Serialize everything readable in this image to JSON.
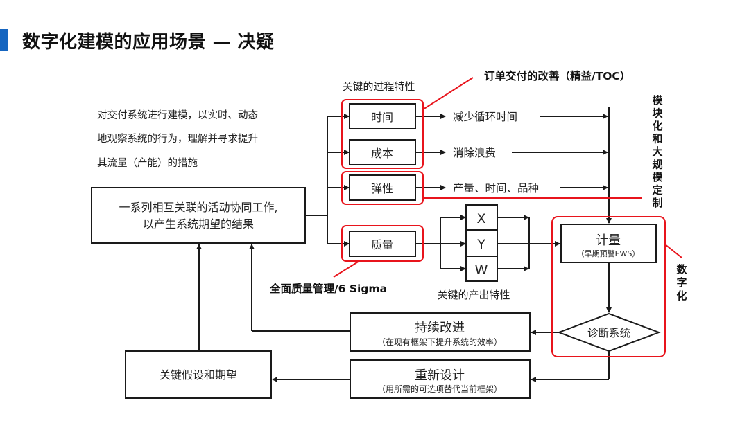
{
  "title": "数字化建模的应用场景 — 决疑",
  "accent_color": "#1565c0",
  "highlight_color": "#e8141c",
  "intro_text": {
    "lines": [
      "对交付系统进行建模，以实时、动态",
      "地观察系统的行为，理解并寻求提升",
      "其流量（产能）的措施"
    ]
  },
  "system_box": {
    "lines": [
      "一系列相互关联的活动协同工作,",
      "以产生系统期望的结果"
    ]
  },
  "process_characteristics": {
    "label": "关键的过程特性",
    "items": [
      {
        "label": "时间",
        "outcome": "减少循环时间"
      },
      {
        "label": "成本",
        "outcome": "消除浪费"
      },
      {
        "label": "弹性",
        "outcome": "产量、时间、品种"
      },
      {
        "label": "质量",
        "outcome": ""
      }
    ]
  },
  "output_characteristics": {
    "label": "关键的产出特性",
    "items": [
      "X",
      "Y",
      "W"
    ]
  },
  "annotations": {
    "lean": "订单交付的改善（精益/TOC）",
    "quality": "全面质量管理/6 Sigma",
    "customization": "模块化和大规模定制",
    "digitalization": "数字化"
  },
  "measure_box": {
    "title": "计量",
    "subtitle": "（早期预警EWS）"
  },
  "diagnosis": "诊断系统",
  "continuous_improvement": {
    "title": "持续改进",
    "subtitle": "（在现有框架下提升系统的效率）"
  },
  "redesign": {
    "title": "重新设计",
    "subtitle": "（用所需的可选项替代当前框架）"
  },
  "assumptions_box": "关键假设和期望"
}
